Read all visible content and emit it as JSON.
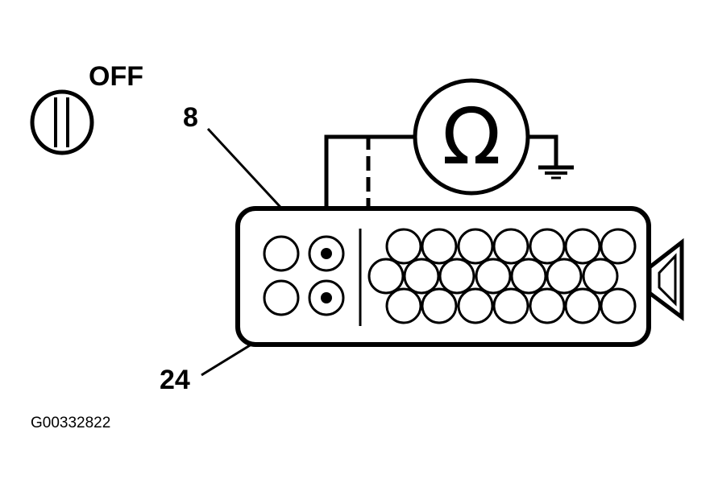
{
  "diagram": {
    "switch_state_label": "OFF",
    "pin_top_label": "8",
    "pin_bottom_label": "24",
    "meter_symbol": "Ω",
    "figure_code": "G00332822",
    "icons": {
      "ignition": "ignition-key-icon",
      "meter": "ohmmeter-icon",
      "ground": "ground-symbol-icon",
      "connector": "connector-icon"
    },
    "colors": {
      "ink": "#000000",
      "paper": "#ffffff"
    }
  }
}
